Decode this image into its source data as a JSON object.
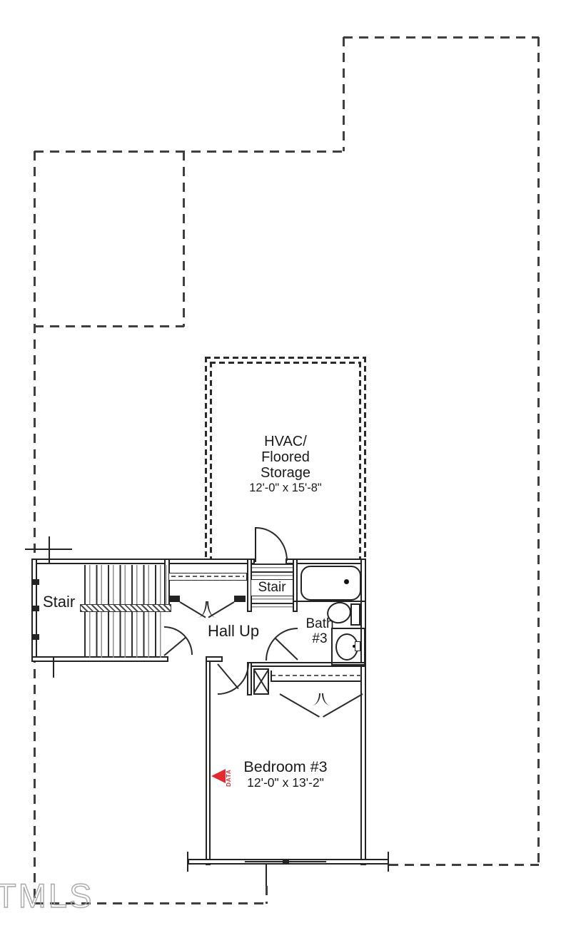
{
  "plan": {
    "labels": {
      "hvac_line1": "HVAC/",
      "hvac_line2": "Floored",
      "hvac_line3": "Storage",
      "hvac_dims": "12'-0\" x 15'-8\"",
      "stair_left": "Stair",
      "stair_mid": "Stair",
      "hall": "Hall Up",
      "bath_line1": "Bath",
      "bath_line2": "#3",
      "bedroom": "Bedroom #3",
      "bedroom_dims": "12'-0\" x 13'-2\"",
      "data_marker": "DATA",
      "watermark": "TMLS"
    },
    "colors": {
      "wall": "#232323",
      "boundary_dash": "#3f3f3f",
      "marker_red": "#e12b30",
      "watermark_gray": "#a8a8a8"
    }
  }
}
